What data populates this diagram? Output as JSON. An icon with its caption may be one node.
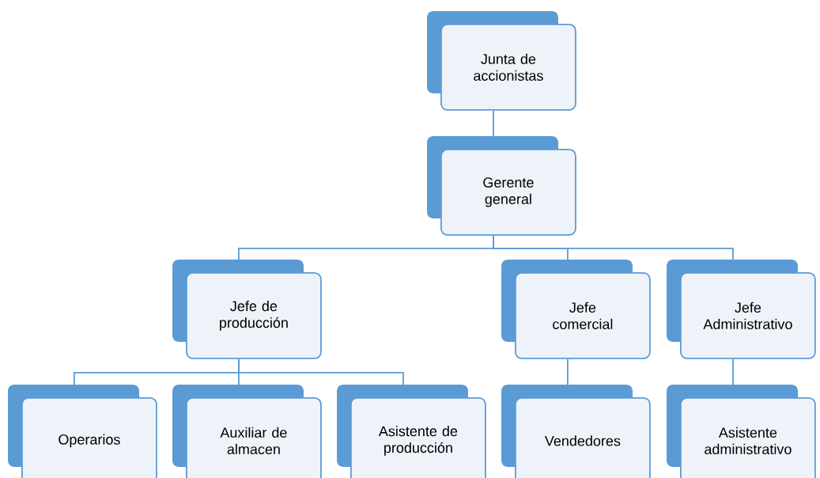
{
  "diagram": {
    "nodes": [
      {
        "text": [
          "Junta de accionistas"
        ]
      },
      {
        "text": [
          "Gerente general"
        ]
      },
      {
        "text": [
          "Jefe de producción"
        ]
      },
      {
        "text": [
          "Jefe comercial"
        ]
      },
      {
        "text": [
          "Jefe Administrativo"
        ]
      },
      {
        "text": [
          "Operarios"
        ]
      },
      {
        "text": [
          "Auxiliar de almacen"
        ]
      },
      {
        "text": [
          "Asistente de producción"
        ]
      },
      {
        "text": [
          "Vendedores"
        ]
      },
      {
        "text": [
          "Asistente administrativo"
        ]
      }
    ],
    "edges": [
      {
        "from": 0,
        "to": 1,
        "arrow": "none"
      },
      {
        "from": 1,
        "to": 2,
        "arrow": "none"
      },
      {
        "from": 1,
        "to": 3,
        "arrow": "none"
      },
      {
        "from": 1,
        "to": 4,
        "arrow": "none"
      },
      {
        "from": 2,
        "to": 5,
        "arrow": "none"
      },
      {
        "from": 2,
        "to": 6,
        "arrow": "none"
      },
      {
        "from": 2,
        "to": 7,
        "arrow": "none"
      },
      {
        "from": 3,
        "to": 8,
        "arrow": "none"
      },
      {
        "from": 4,
        "to": 9,
        "arrow": "none"
      }
    ]
  }
}
